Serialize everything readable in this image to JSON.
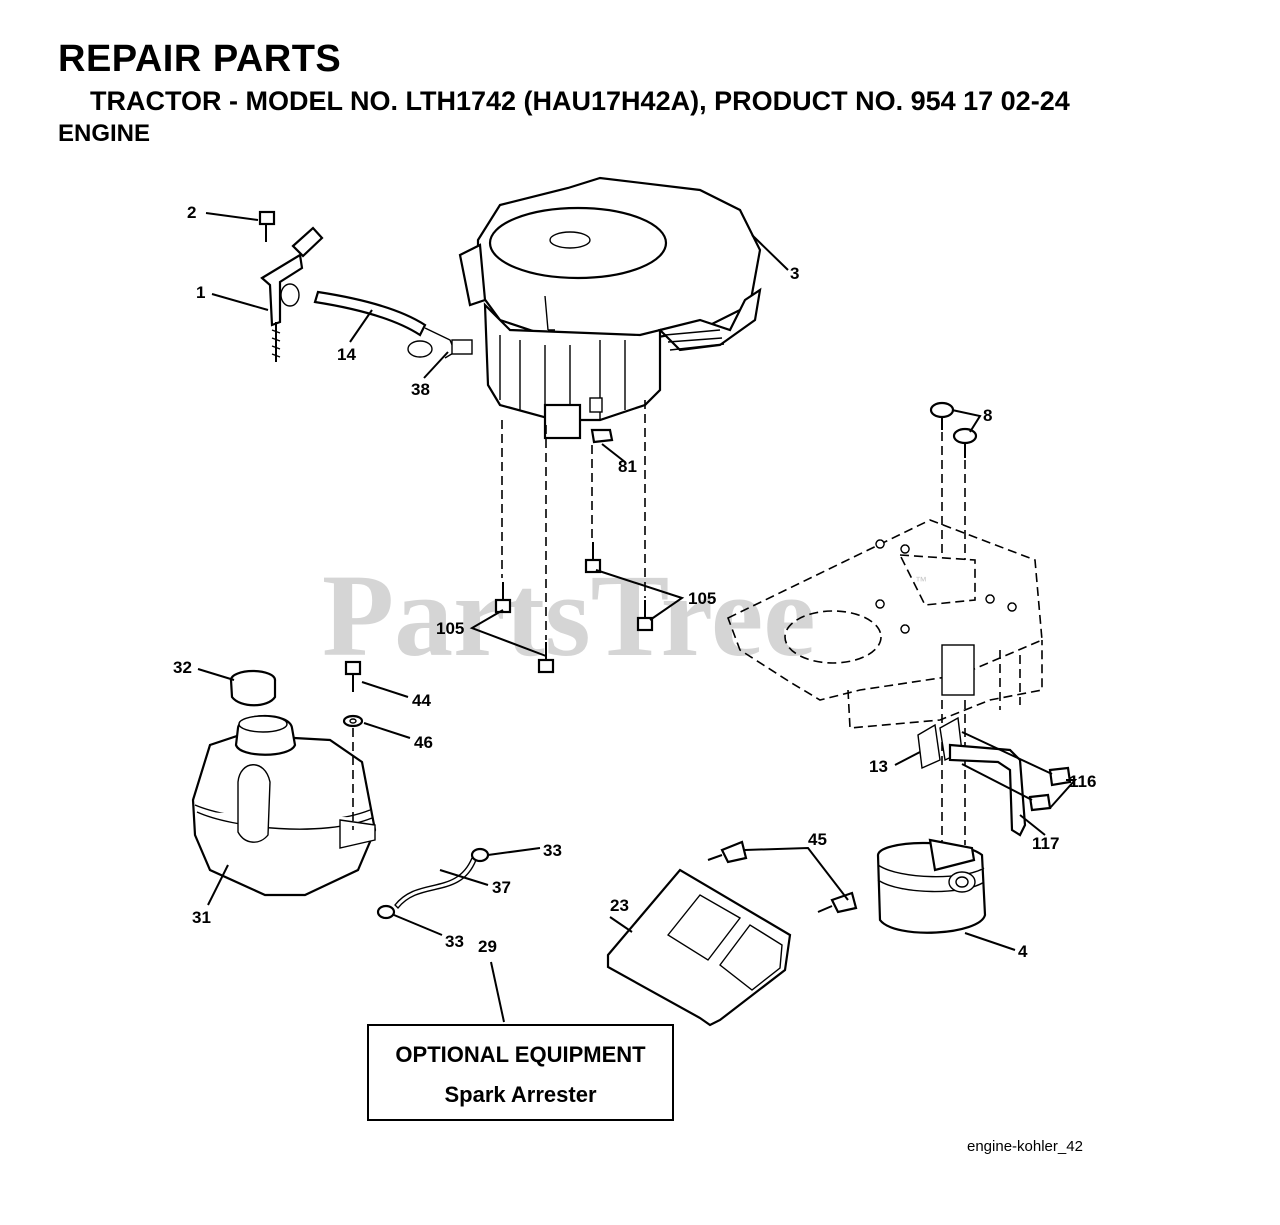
{
  "header": {
    "title": "REPAIR PARTS",
    "subtitle": "TRACTOR - MODEL NO. LTH1742 (HAU17H42A), PRODUCT NO. 954 17 02-24",
    "section": "ENGINE"
  },
  "watermark": {
    "text": "PartsTree",
    "trademark": "™"
  },
  "callouts": {
    "c1": "1",
    "c2": "2",
    "c3": "3",
    "c4": "4",
    "c8": "8",
    "c13": "13",
    "c14": "14",
    "c23": "23",
    "c29": "29",
    "c31": "31",
    "c32": "32",
    "c33a": "33",
    "c33b": "33",
    "c37": "37",
    "c38": "38",
    "c44": "44",
    "c45": "45",
    "c46": "46",
    "c81": "81",
    "c105a": "105",
    "c105b": "105",
    "c116": "116",
    "c117": "117"
  },
  "optional_equipment": {
    "title": "OPTIONAL EQUIPMENT",
    "item": "Spark Arrester"
  },
  "reference": "engine-kohler_42"
}
